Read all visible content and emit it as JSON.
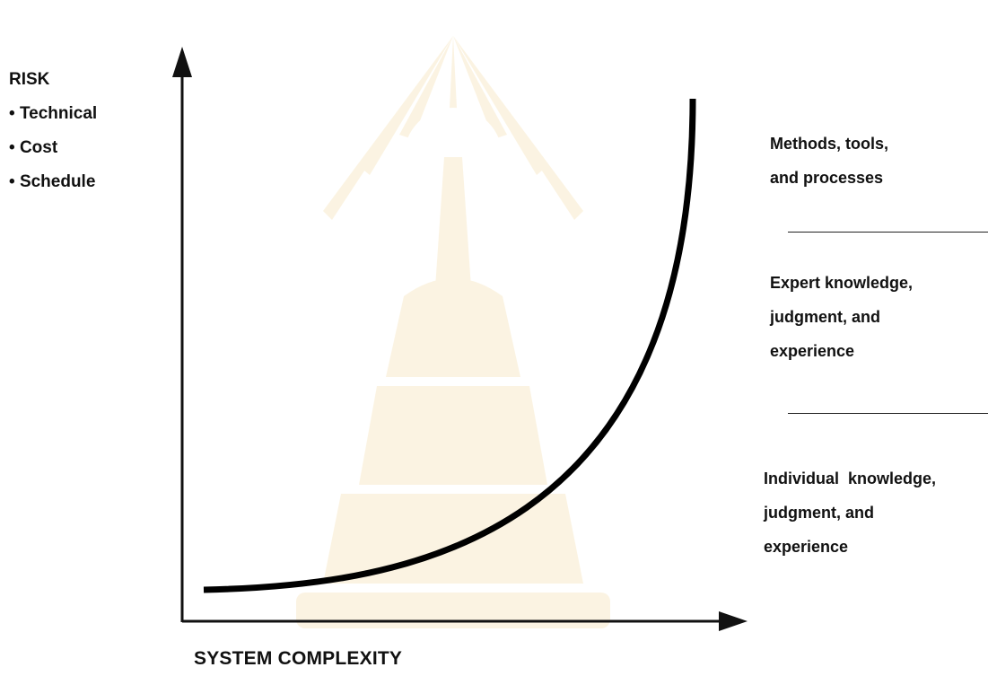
{
  "risk": {
    "title": "RISK",
    "items": [
      "Technical",
      "Cost",
      "Schedule"
    ]
  },
  "x_axis_label": "SYSTEM COMPLEXITY",
  "bands": [
    {
      "lines": [
        "Methods, tools,",
        "and processes"
      ]
    },
    {
      "lines": [
        "Expert knowledge,",
        "judgment, and",
        "experience"
      ]
    },
    {
      "lines": [
        "Individual  knowledge,",
        "judgment, and",
        "experience"
      ]
    }
  ],
  "colors": {
    "ink": "#111111",
    "watermark": "#f2d79a"
  }
}
